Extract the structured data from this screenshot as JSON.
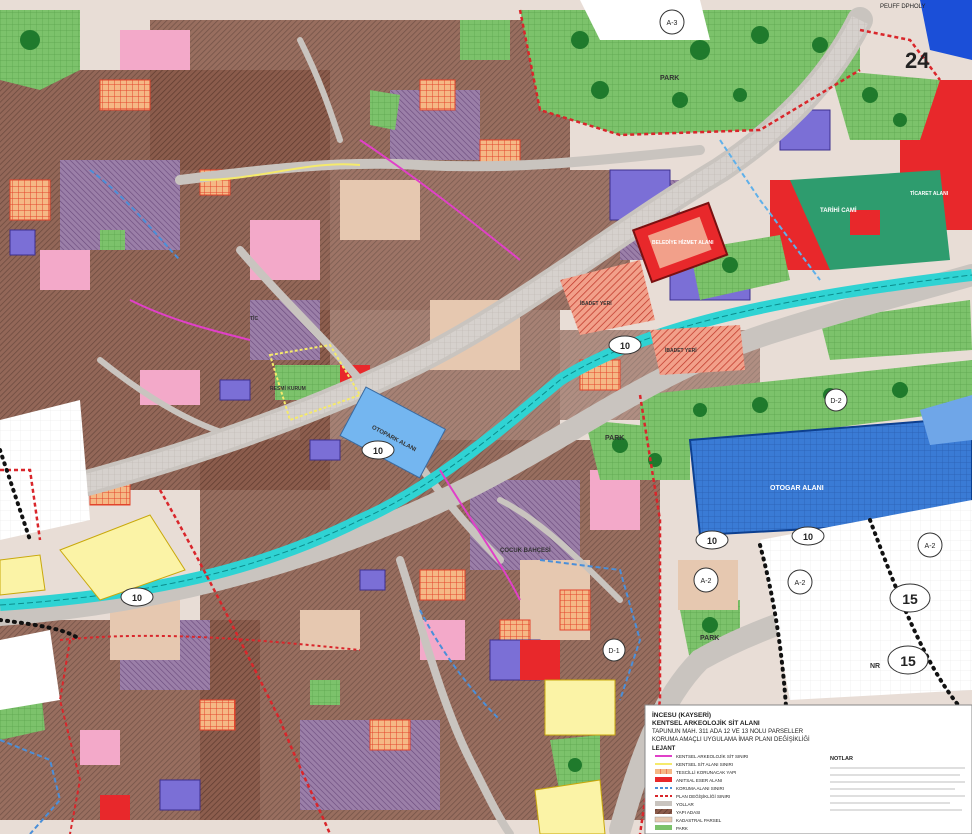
{
  "map": {
    "sheet_number": "24",
    "corner_code": "PEUFF DPHOLY",
    "scale_badges": [
      "10",
      "10",
      "10",
      "10",
      "10",
      "15",
      "15"
    ],
    "zone_codes": [
      "A-3",
      "A-2",
      "A-2",
      "A-2",
      "D-2",
      "D-1"
    ],
    "labels": {
      "park": "PARK",
      "otopark_alani": "OTOPARK ALANI",
      "otogar_alani": "OTOGAR ALANI",
      "cocuk_bahcesi": "ÇOCUK BAHÇESİ",
      "belediye_hizmet": "BELEDİYE HİZMET ALANI",
      "tarihi_cami": "TARİHİ CAMİ",
      "ticaret_alani": "TİCARET ALANI",
      "ibadet_yeri": "İBADET YERİ",
      "ticaret_birimi": "TİC",
      "resmi_kurum": "RESMİ KURUM",
      "nr": "NR"
    },
    "legend": {
      "title_lines": [
        "İNCESU (KAYSERİ)",
        "KENTSEL ARKEOLOJİK SİT ALANI",
        "TAPUNUN MAH. 311 ADA 12 VE 13 NOLU PARSELLER",
        "KORUMA AMAÇLI UYGULAMA İMAR PLANI DEĞİŞİKLİĞİ"
      ],
      "subtitle": "LEJANT",
      "items": [
        "KENTSEL ARKEOLOJİK SİT SINIRI",
        "KENTSEL SİT ALANI SINIRI",
        "TESCİLLİ KORUNACAK YAPI",
        "ANITSAL ESER ALANI",
        "KORUMA ALANI SINIRI",
        "PLAN DEĞİŞİKLİĞİ SINIRI",
        "YOLLAR",
        "YAPI ADASI",
        "KADASTRAL PARSEL",
        "PARK"
      ],
      "notes_title": "NOTLAR"
    }
  }
}
